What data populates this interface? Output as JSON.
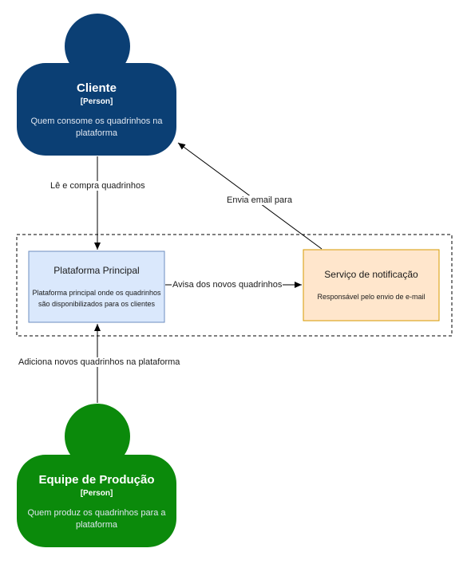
{
  "colors": {
    "cliente_fill": "#0b3f74",
    "equipe_fill": "#0b8a0b",
    "plataforma_fill": "#dae8fc",
    "plataforma_border": "#6c8ebf",
    "notificacao_fill": "#ffe6cc",
    "notificacao_border": "#d79b00",
    "edge": "#000000"
  },
  "cliente": {
    "title": "Cliente",
    "tag": "[Person]",
    "description": "Quem consome os quadrinhos na plataforma"
  },
  "equipe": {
    "title": "Equipe de Produção",
    "tag": "[Person]",
    "description": "Quem produz os quadrinhos para a plataforma"
  },
  "plataforma": {
    "title": "Plataforma Principal",
    "description": "Plataforma principal onde os quadrinhos são disponibilizados para os clientes"
  },
  "notificacao": {
    "title": "Serviço de notificação",
    "description": "Responsável pelo envio de e-mail"
  },
  "edges": {
    "le_compra": "Lê e compra quadrinhos",
    "envia_email": "Envia email para",
    "avisa": "Avisa dos novos quadrinhos",
    "adiciona": "Adiciona novos quadrinhos na plataforma"
  }
}
